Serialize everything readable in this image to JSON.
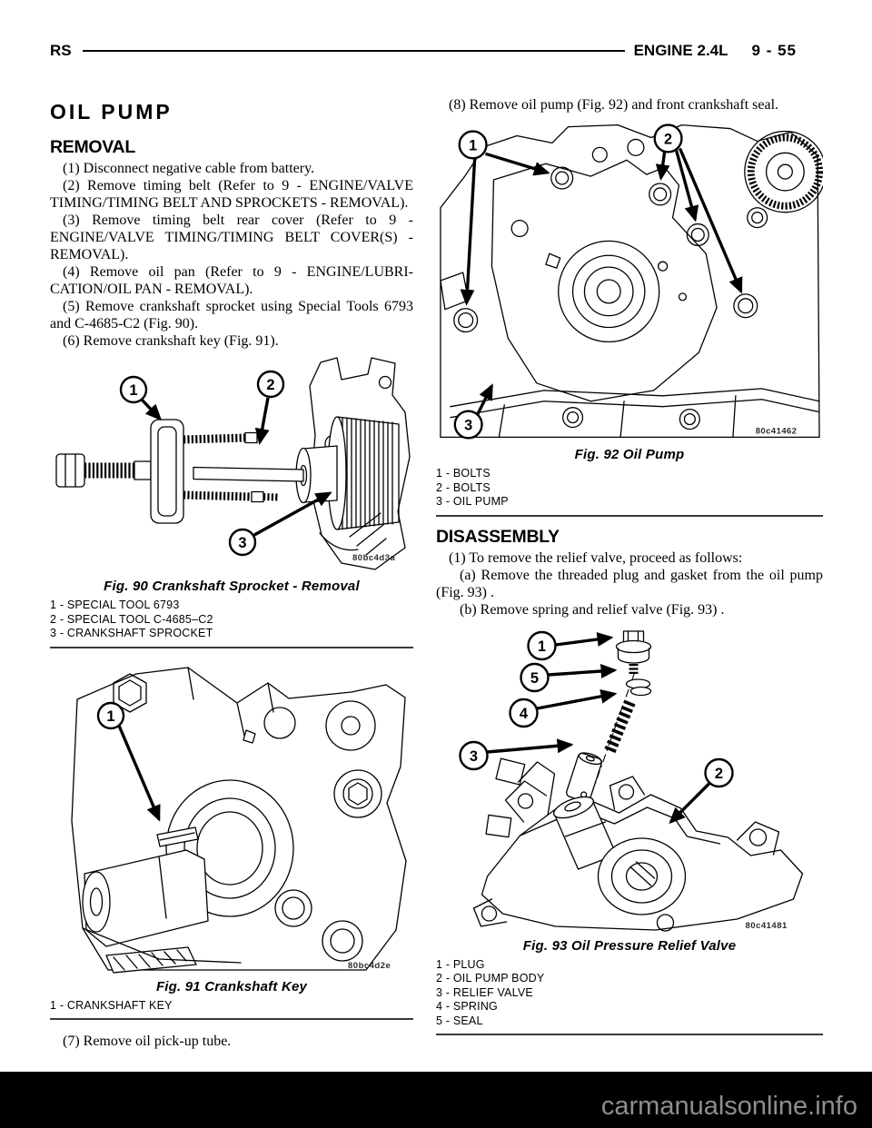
{
  "header": {
    "section": "RS",
    "title": "ENGINE 2.4L",
    "page": "9 - 55"
  },
  "left_column": {
    "title": "OIL PUMP",
    "removal_heading": "REMOVAL",
    "removal_steps": [
      "(1) Disconnect negative cable from battery.",
      "(2) Remove timing belt (Refer to 9 - ENGINE/VALVE TIMING/TIMING BELT AND SPROCKETS - REMOVAL).",
      "(3) Remove timing belt rear cover (Refer to 9 - ENGINE/VALVE TIMING/TIMING BELT COVER(S) - REMOVAL).",
      "(4) Remove oil pan (Refer to 9 - ENGINE/LUBRI-CATION/OIL PAN - REMOVAL).",
      "(5) Remove crankshaft sprocket using Special Tools 6793 and C-4685-C2 (Fig. 90).",
      "(6) Remove crankshaft key (Fig. 91)."
    ],
    "step7": "(7) Remove oil pick-up tube."
  },
  "right_column": {
    "step8": "(8) Remove oil pump (Fig. 92) and front crankshaft seal.",
    "disassembly_heading": "DISASSEMBLY",
    "disassembly_steps": [
      "(1) To remove the relief valve, proceed as follows:",
      "(a) Remove the threaded plug and gasket from the oil pump (Fig. 93) .",
      "(b) Remove spring and relief valve (Fig. 93) ."
    ]
  },
  "figures": {
    "fig90": {
      "caption": "Fig. 90 Crankshaft Sprocket - Removal",
      "code": "80bc4d3a",
      "callouts": [
        "1",
        "2",
        "3"
      ],
      "legend": [
        "1 - SPECIAL TOOL 6793",
        "2 - SPECIAL TOOL C-4685–C2",
        "3 - CRANKSHAFT SPROCKET"
      ]
    },
    "fig91": {
      "caption": "Fig. 91 Crankshaft Key",
      "code": "80bc4d2e",
      "callouts": [
        "1"
      ],
      "legend": [
        "1 - CRANKSHAFT KEY"
      ]
    },
    "fig92": {
      "caption": "Fig. 92 Oil Pump",
      "code": "80c41462",
      "callouts": [
        "1",
        "2",
        "3"
      ],
      "legend": [
        "1 - BOLTS",
        "2 - BOLTS",
        "3 - OIL PUMP"
      ]
    },
    "fig93": {
      "caption": "Fig. 93 Oil Pressure Relief Valve",
      "code": "80c41481",
      "callouts": [
        "1",
        "5",
        "4",
        "3",
        "2"
      ],
      "legend": [
        "1 - PLUG",
        "2 - OIL PUMP BODY",
        "3 - RELIEF VALVE",
        "4 - SPRING",
        "5 - SEAL"
      ]
    }
  },
  "footer": {
    "watermark": "carmanualsonline.info"
  }
}
